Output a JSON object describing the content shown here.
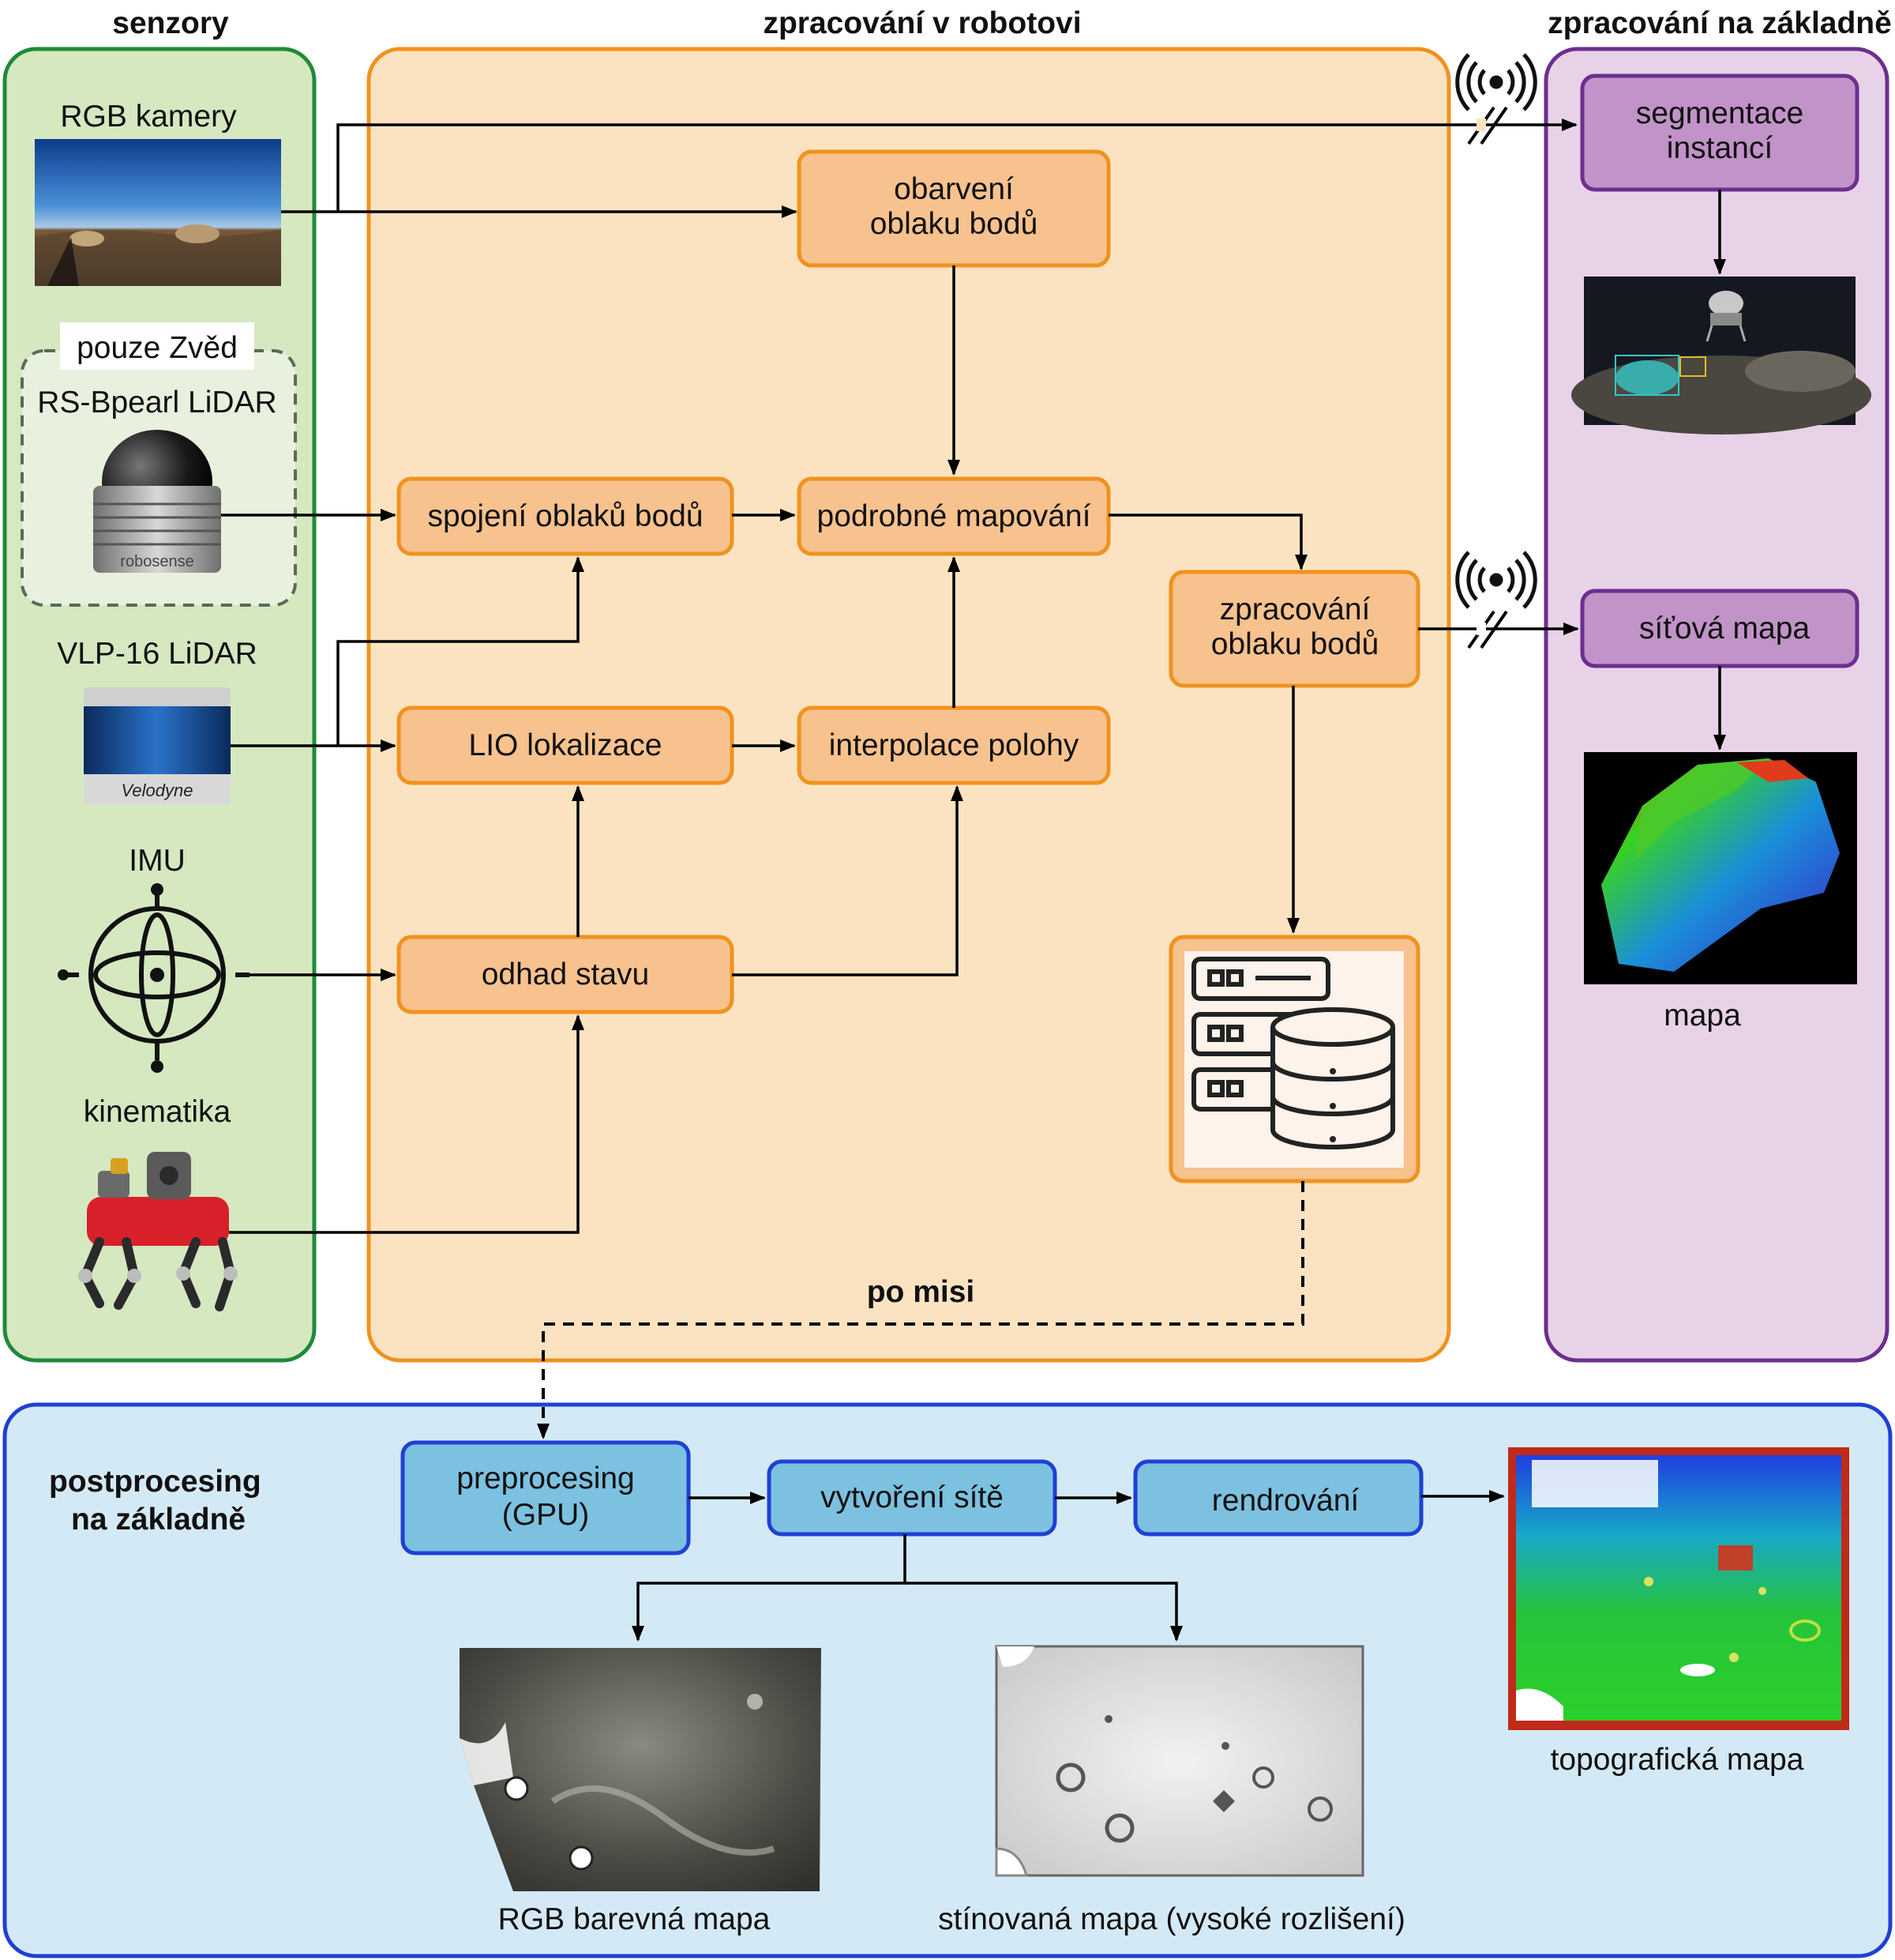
{
  "panels": {
    "sensors": {
      "title": "senzory"
    },
    "robot": {
      "title": "zpracování v robotovi"
    },
    "base": {
      "title": "zpracování na základně"
    },
    "post": {
      "title_line1": "postprocesing",
      "title_line2": "na základně"
    }
  },
  "sensors": {
    "rgb": "RGB kamery",
    "zved": "pouze Zvěd",
    "rsbpearl": "RS-Bpearl LiDAR",
    "robosense_logo": "robosense",
    "vlp16": "VLP-16 LiDAR",
    "velodyne_logo": "Velodyne",
    "imu": "IMU",
    "kinematika": "kinematika"
  },
  "robot_nodes": {
    "obarveni_1": "obarvení",
    "obarveni_2": "oblaku bodů",
    "spojeni": "spojení oblaků bodů",
    "podrobne": "podrobné mapování",
    "lio": "LIO lokalizace",
    "interpolace": "interpolace polohy",
    "odhad": "odhad stavu",
    "zpracovani_1": "zpracování",
    "zpracovani_2": "oblaku bodů",
    "po_misi": "po misi"
  },
  "base_nodes": {
    "segmentace_1": "segmentace",
    "segmentace_2": "instancí",
    "sitova": "síťová mapa",
    "mapa": "mapa"
  },
  "post_nodes": {
    "preprocesing_1": "preprocesing",
    "preprocesing_2": "(GPU)",
    "vytvoreni": "vytvoření sítě",
    "rendrovani": "rendrování",
    "topo": "topografická mapa",
    "rgb_map": "RGB barevná mapa",
    "stinovana": "stínovaná mapa (vysoké rozlišení)"
  },
  "colors": {
    "sensors_fill": "#d5e8c0",
    "sensors_stroke": "#1f8a3a",
    "robot_fill": "#fbe3c2",
    "robot_stroke": "#f0921e",
    "node_fill": "#f7c28e",
    "node_stroke": "#f0921e",
    "base_fill": "#e8d2e8",
    "base_stroke": "#6b2f8f",
    "base_node_fill": "#c193c8",
    "post_fill": "#d4e9f6",
    "post_stroke": "#1f3fd6",
    "post_node_fill": "#7cc1e0"
  },
  "icons": [
    "wifi-icon",
    "database-server-icon",
    "imu-gyro-icon",
    "lidar-icon",
    "camera-photo",
    "robot-dog"
  ]
}
